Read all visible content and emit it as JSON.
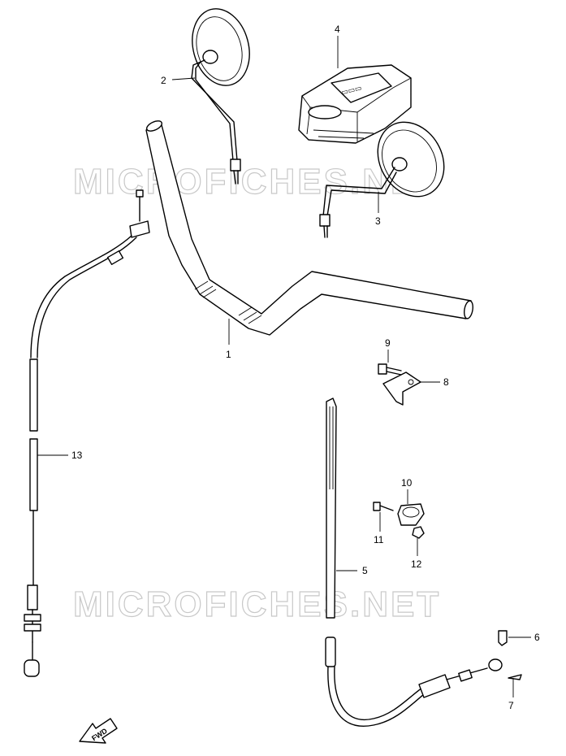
{
  "watermark": "MICROFICHES.NET",
  "fwd_label": "FWD",
  "callouts": {
    "p1": "1",
    "p2": "2",
    "p3": "3",
    "p4": "4",
    "p5": "5",
    "p6": "6",
    "p7": "7",
    "p8": "8",
    "p9": "9",
    "p10": "10",
    "p11": "11",
    "p12": "12",
    "p13": "13"
  },
  "icons": {
    "fwd": "fwd-arrow-icon"
  }
}
